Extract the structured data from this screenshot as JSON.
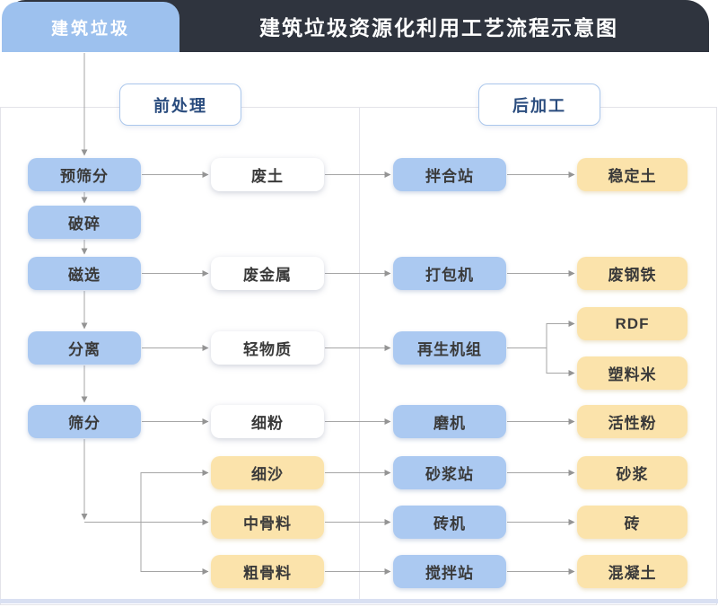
{
  "header": {
    "badge": "建筑垃圾",
    "title": "建筑垃圾资源化利用工艺流程示意图"
  },
  "sections": [
    {
      "label": "前处理"
    },
    {
      "label": "后加工"
    }
  ],
  "colors": {
    "bar_dark": "#2f343e",
    "badge_blue": "#9dc1ee",
    "node_blue": "#abc9f1",
    "node_yellow": "#fbe3ab",
    "node_white": "#ffffff",
    "edge_gray": "#a5a5a5",
    "arrowhead_gray": "#949494",
    "section_text": "#2a4c7e",
    "section_border": "#abc7ec",
    "panel_border": "#e3e3e9",
    "bottom_strip": "#d9e0f2"
  },
  "flow": {
    "nodes": [
      {
        "id": "pre_screen",
        "label": "预筛分",
        "variant": "blue",
        "col": 1,
        "row": "r1"
      },
      {
        "id": "crush",
        "label": "破碎",
        "variant": "blue",
        "col": 1,
        "row": "r2"
      },
      {
        "id": "magnetic",
        "label": "磁选",
        "variant": "blue",
        "col": 1,
        "row": "r3"
      },
      {
        "id": "separate",
        "label": "分离",
        "variant": "blue",
        "col": 1,
        "row": "r4"
      },
      {
        "id": "screen",
        "label": "筛分",
        "variant": "blue",
        "col": 1,
        "row": "r5"
      },
      {
        "id": "waste_soil",
        "label": "废土",
        "variant": "white",
        "col": 2,
        "row": "r1"
      },
      {
        "id": "waste_metal",
        "label": "废金属",
        "variant": "white",
        "col": 2,
        "row": "r3"
      },
      {
        "id": "light_matter",
        "label": "轻物质",
        "variant": "white",
        "col": 2,
        "row": "r4"
      },
      {
        "id": "fine_powder",
        "label": "细粉",
        "variant": "white",
        "col": 2,
        "row": "r5"
      },
      {
        "id": "fine_sand",
        "label": "细沙",
        "variant": "yellow",
        "col": 2,
        "row": "r6"
      },
      {
        "id": "mid_aggregate",
        "label": "中骨料",
        "variant": "yellow",
        "col": 2,
        "row": "r7"
      },
      {
        "id": "coarse_aggregate",
        "label": "粗骨料",
        "variant": "yellow",
        "col": 2,
        "row": "r8"
      },
      {
        "id": "mixing_station",
        "label": "拌合站",
        "variant": "blue",
        "col": 3,
        "row": "r1"
      },
      {
        "id": "baler",
        "label": "打包机",
        "variant": "blue",
        "col": 3,
        "row": "r3"
      },
      {
        "id": "regen_unit",
        "label": "再生机组",
        "variant": "blue",
        "col": 3,
        "row": "r4"
      },
      {
        "id": "mill",
        "label": "磨机",
        "variant": "blue",
        "col": 3,
        "row": "r5"
      },
      {
        "id": "mortar_station",
        "label": "砂浆站",
        "variant": "blue",
        "col": 3,
        "row": "r6"
      },
      {
        "id": "brick_machine",
        "label": "砖机",
        "variant": "blue",
        "col": 3,
        "row": "r7"
      },
      {
        "id": "mixer_station",
        "label": "搅拌站",
        "variant": "blue",
        "col": 3,
        "row": "r8"
      },
      {
        "id": "stable_soil",
        "label": "稳定土",
        "variant": "yellow",
        "col": 4,
        "row": "r1"
      },
      {
        "id": "scrap_steel",
        "label": "废钢铁",
        "variant": "yellow",
        "col": 4,
        "row": "r3"
      },
      {
        "id": "rdf",
        "label": "RDF",
        "variant": "yellow",
        "col": 4,
        "row": "rr"
      },
      {
        "id": "plastic_pellets",
        "label": "塑料米",
        "variant": "yellow",
        "col": 4,
        "row": "rp"
      },
      {
        "id": "active_powder",
        "label": "活性粉",
        "variant": "yellow",
        "col": 4,
        "row": "r5"
      },
      {
        "id": "mortar",
        "label": "砂浆",
        "variant": "yellow",
        "col": 4,
        "row": "r6"
      },
      {
        "id": "brick",
        "label": "砖",
        "variant": "yellow",
        "col": 4,
        "row": "r7"
      },
      {
        "id": "concrete",
        "label": "混凝土",
        "variant": "yellow",
        "col": 4,
        "row": "r8"
      }
    ],
    "edges": [
      {
        "from": "root",
        "to": "pre_screen",
        "route": "start"
      },
      {
        "from": "pre_screen",
        "to": "crush",
        "route": "v"
      },
      {
        "from": "crush",
        "to": "magnetic",
        "route": "v"
      },
      {
        "from": "magnetic",
        "to": "separate",
        "route": "v"
      },
      {
        "from": "separate",
        "to": "screen",
        "route": "v"
      },
      {
        "from": "pre_screen",
        "to": "waste_soil",
        "route": "h"
      },
      {
        "from": "magnetic",
        "to": "waste_metal",
        "route": "h"
      },
      {
        "from": "separate",
        "to": "light_matter",
        "route": "h"
      },
      {
        "from": "screen",
        "to": "fine_powder",
        "route": "h"
      },
      {
        "from": "waste_soil",
        "to": "mixing_station",
        "route": "h"
      },
      {
        "from": "waste_metal",
        "to": "baler",
        "route": "h"
      },
      {
        "from": "light_matter",
        "to": "regen_unit",
        "route": "h"
      },
      {
        "from": "fine_powder",
        "to": "mill",
        "route": "h"
      },
      {
        "from": "fine_sand",
        "to": "mortar_station",
        "route": "h"
      },
      {
        "from": "mid_aggregate",
        "to": "brick_machine",
        "route": "h"
      },
      {
        "from": "coarse_aggregate",
        "to": "mixer_station",
        "route": "h"
      },
      {
        "from": "mixing_station",
        "to": "stable_soil",
        "route": "h"
      },
      {
        "from": "baler",
        "to": "scrap_steel",
        "route": "h"
      },
      {
        "from": "regen_unit",
        "to": "rdf",
        "route": "fork"
      },
      {
        "from": "regen_unit",
        "to": "plastic_pellets",
        "route": "fork"
      },
      {
        "from": "mill",
        "to": "active_powder",
        "route": "h"
      },
      {
        "from": "mortar_station",
        "to": "mortar",
        "route": "h"
      },
      {
        "from": "brick_machine",
        "to": "brick",
        "route": "h"
      },
      {
        "from": "mixer_station",
        "to": "concrete",
        "route": "h"
      },
      {
        "from": "screen",
        "to": "mid_aggregate",
        "route": "branch-main"
      },
      {
        "from": "screen",
        "to": "fine_sand",
        "route": "branch-sub"
      },
      {
        "from": "screen",
        "to": "coarse_aggregate",
        "route": "branch-sub"
      }
    ]
  }
}
